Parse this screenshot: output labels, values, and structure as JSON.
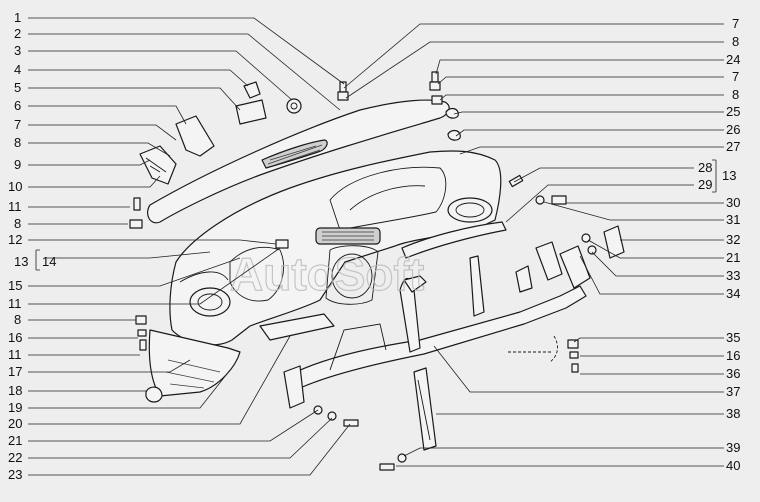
{
  "watermark": "AutoSoft",
  "left_labels": [
    "1",
    "2",
    "3",
    "4",
    "5",
    "6",
    "7",
    "8",
    "9",
    "10",
    "11",
    "8",
    "12",
    "13",
    "15",
    "11",
    "8",
    "16",
    "11",
    "17",
    "18",
    "19",
    "20",
    "21",
    "22",
    "23"
  ],
  "bracket_left_label": "14",
  "right_labels": [
    "7",
    "8",
    "24",
    "7",
    "8",
    "25",
    "26",
    "27",
    "28",
    "29",
    "30",
    "31",
    "32",
    "21",
    "33",
    "34",
    "35",
    "16",
    "36",
    "37",
    "38",
    "39",
    "40"
  ],
  "bracket_right_label": "13"
}
